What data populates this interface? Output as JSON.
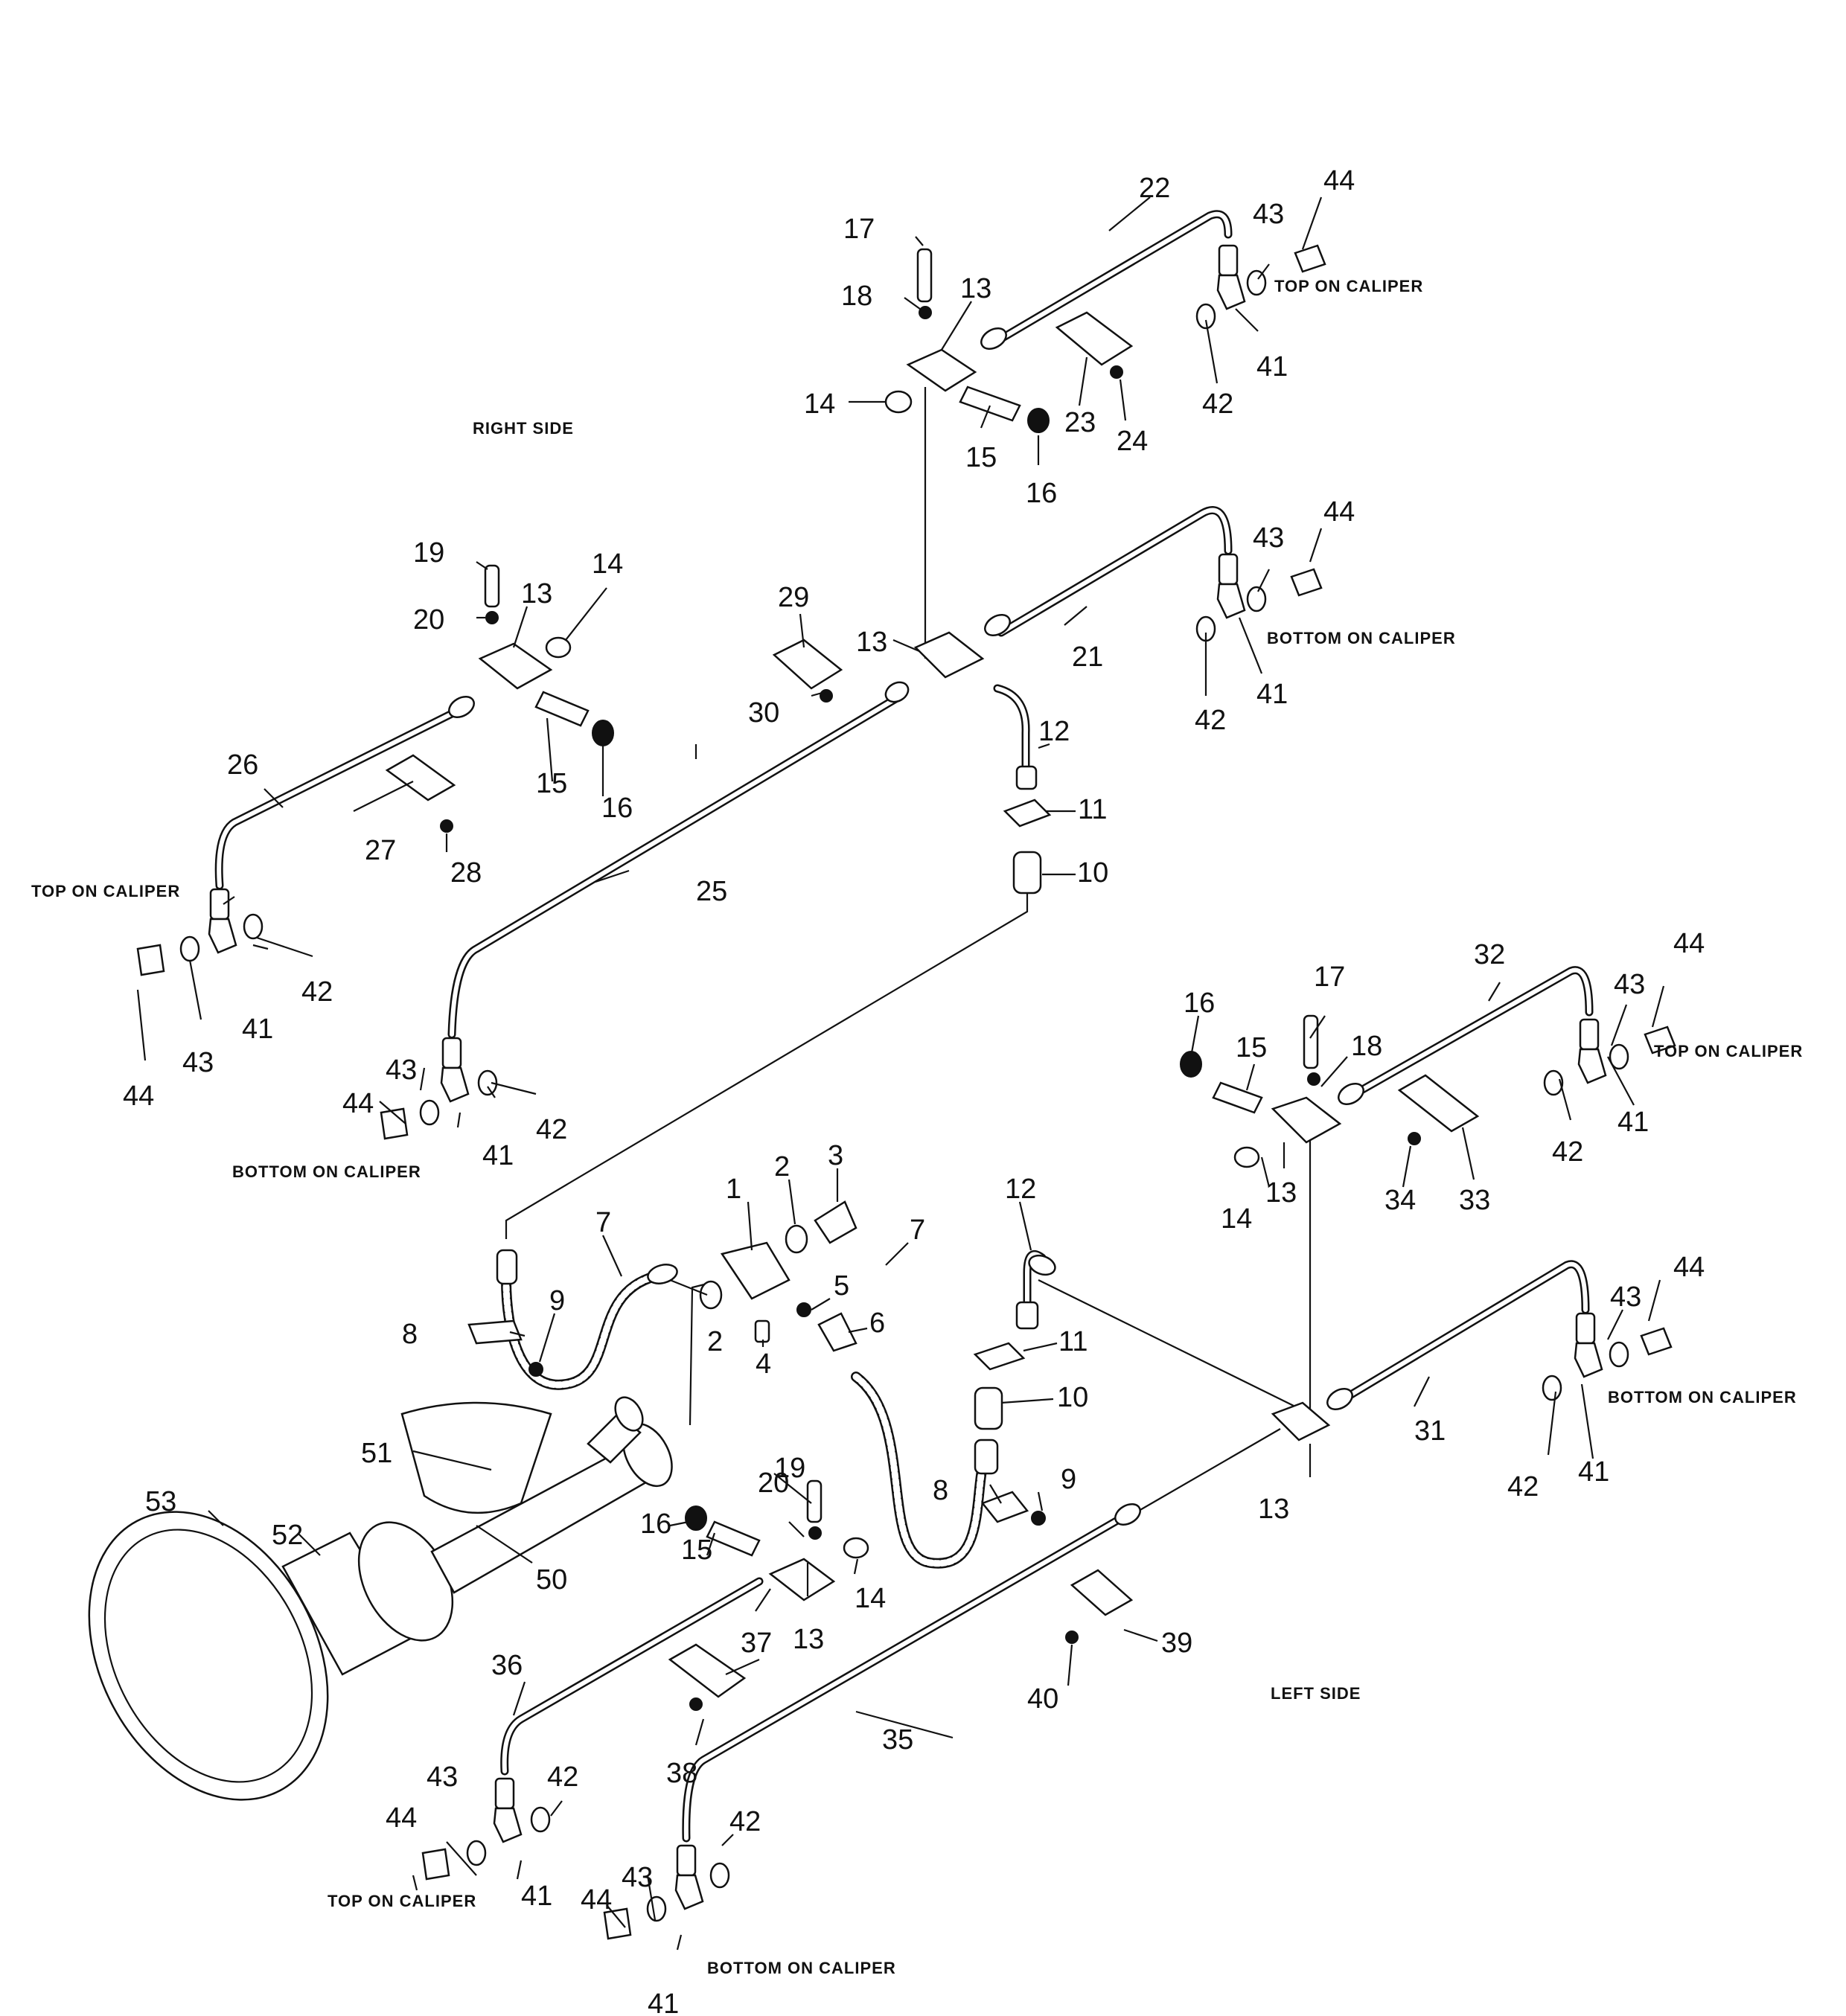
{
  "side_labels": {
    "right_side": "RIGHT SIDE",
    "left_side": "LEFT SIDE"
  },
  "caliper_labels": {
    "top": "TOP ON CALIPER",
    "bottom": "BOTTOM ON CALIPER"
  },
  "callouts": [
    "1",
    "2",
    "2",
    "3",
    "4",
    "5",
    "6",
    "7",
    "7",
    "8",
    "8",
    "9",
    "9",
    "10",
    "10",
    "11",
    "11",
    "12",
    "12",
    "13",
    "13",
    "13",
    "13",
    "13",
    "13",
    "14",
    "14",
    "14",
    "14",
    "15",
    "15",
    "15",
    "15",
    "16",
    "16",
    "16",
    "16",
    "17",
    "17",
    "18",
    "18",
    "19",
    "19",
    "20",
    "20",
    "21",
    "22",
    "23",
    "24",
    "25",
    "26",
    "27",
    "28",
    "29",
    "30",
    "31",
    "32",
    "33",
    "34",
    "35",
    "36",
    "37",
    "38",
    "39",
    "40",
    "41",
    "41",
    "41",
    "41",
    "41",
    "41",
    "41",
    "41",
    "42",
    "42",
    "42",
    "42",
    "42",
    "42",
    "42",
    "42",
    "43",
    "43",
    "43",
    "43",
    "43",
    "43",
    "43",
    "43",
    "44",
    "44",
    "44",
    "44",
    "44",
    "44",
    "44",
    "44",
    "50",
    "51",
    "52",
    "53"
  ]
}
